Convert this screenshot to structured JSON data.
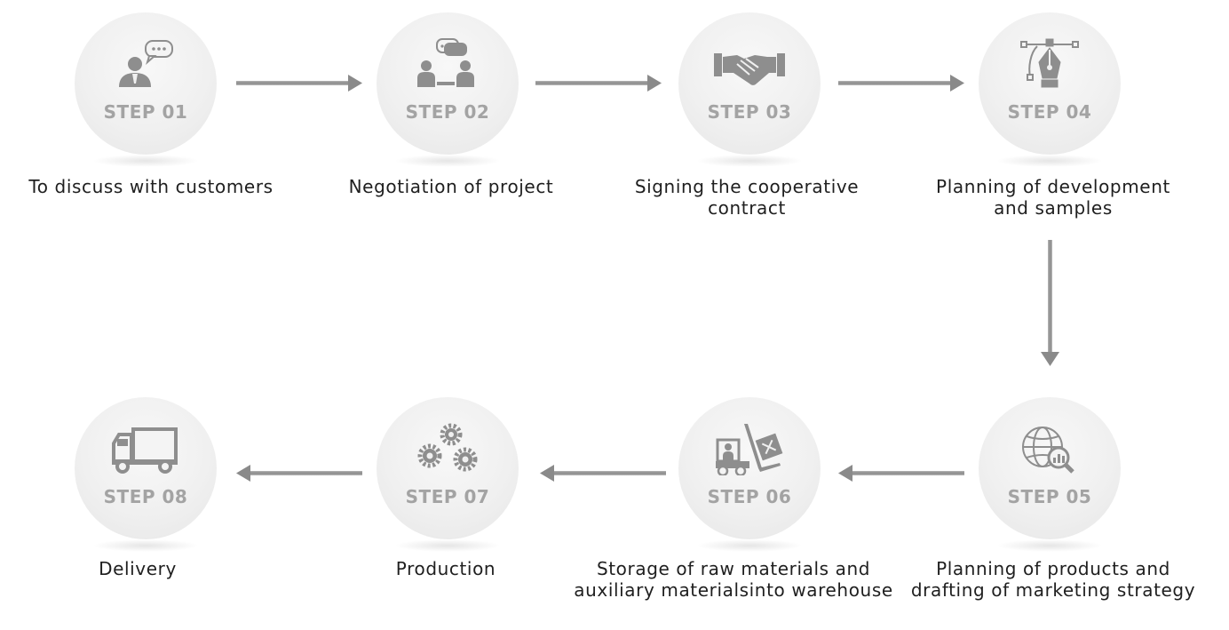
{
  "steps": [
    {
      "label": "STEP 01",
      "icon": "customer-chat-icon",
      "desc": [
        "To discuss with customers"
      ]
    },
    {
      "label": "STEP 02",
      "icon": "negotiation-icon",
      "desc": [
        "Negotiation of project"
      ]
    },
    {
      "label": "STEP 03",
      "icon": "handshake-icon",
      "desc": [
        "Signing the cooperative",
        "contract"
      ]
    },
    {
      "label": "STEP 04",
      "icon": "pen-tool-icon",
      "desc": [
        "Planning of development",
        "and samples"
      ]
    },
    {
      "label": "STEP 05",
      "icon": "globe-search-icon",
      "desc": [
        "Planning of products and",
        "drafting of marketing strategy"
      ]
    },
    {
      "label": "STEP 06",
      "icon": "forklift-icon",
      "desc": [
        "Storage of raw materials and",
        "auxiliary materialsinto warehouse"
      ]
    },
    {
      "label": "STEP 07",
      "icon": "gears-icon",
      "desc": [
        "Production"
      ]
    },
    {
      "label": "STEP 08",
      "icon": "truck-icon",
      "desc": [
        "Delivery"
      ]
    }
  ],
  "colors": {
    "icon": "#8e8e8e",
    "arrow": "#8a8a8a",
    "step_label": "#a3a3a3",
    "text": "#1f1f1f"
  }
}
